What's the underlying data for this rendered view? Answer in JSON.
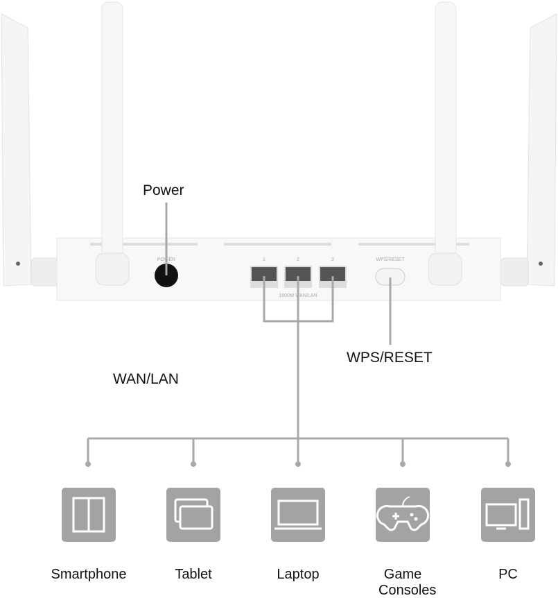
{
  "callouts": {
    "power": "Power",
    "wan_lan": "WAN/LAN",
    "wps_reset": "WPS/RESET"
  },
  "router_labels": {
    "power": "POWER",
    "port1": "1",
    "port2": "2",
    "port3": "3",
    "ports": "1000M WAN/LAN",
    "wps": "WPS/RESET"
  },
  "devices": [
    {
      "label": "Smartphone",
      "icon": "smartphone-icon"
    },
    {
      "label": "Tablet",
      "icon": "tablet-icon"
    },
    {
      "label": "Laptop",
      "icon": "laptop-icon"
    },
    {
      "label": "Game Consoles",
      "icon": "gamepad-icon"
    },
    {
      "label": "PC",
      "icon": "pc-icon"
    }
  ],
  "colors": {
    "icon_bg": "#a3a3a3",
    "line": "#a8a8a8",
    "router": "#f7f7f7"
  }
}
